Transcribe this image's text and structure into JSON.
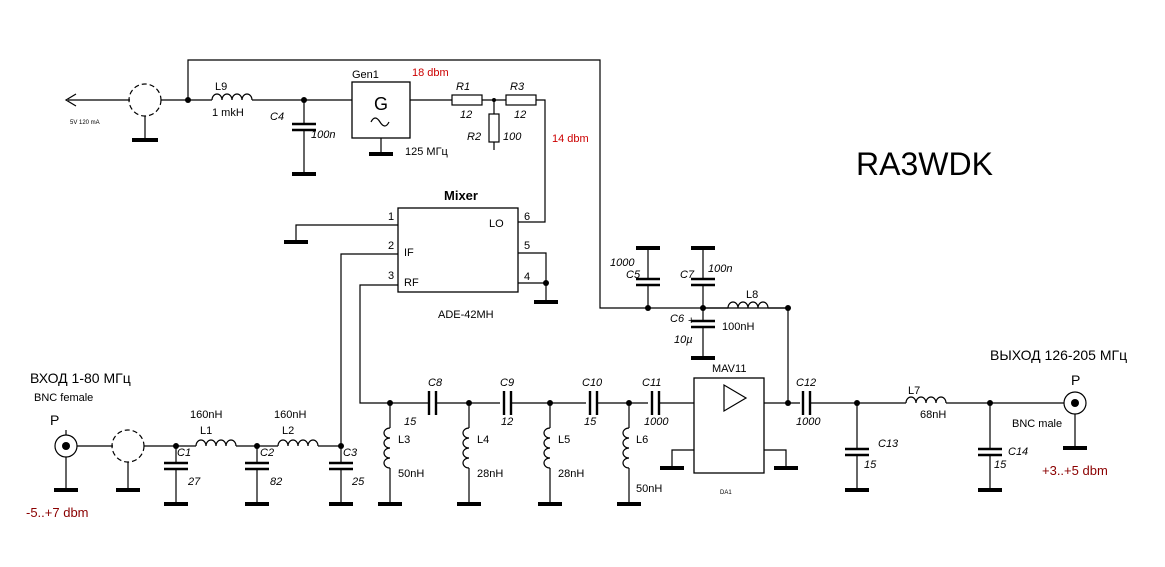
{
  "title": "RA3WDK",
  "power": {
    "label": "5V 120 mA"
  },
  "generator": {
    "name": "Gen1",
    "symbol": "G",
    "freq": "125 МГц",
    "level": "18 dbm"
  },
  "lo_level": "14 dbm",
  "mixer": {
    "title": "Mixer",
    "model": "ADE-42MH",
    "ports": {
      "lo": "LO",
      "if": "IF",
      "rf": "RF"
    },
    "pins": [
      "1",
      "2",
      "3",
      "4",
      "5",
      "6"
    ]
  },
  "amplifier": {
    "name": "MAV11",
    "ref": "DA1"
  },
  "input": {
    "title": "ВХОД 1-80 МГц",
    "connector": "BNC female",
    "port": "P",
    "level": "-5..+7 dbm"
  },
  "output": {
    "title": "ВЫХОД 126-205 МГц",
    "connector": "BNC male",
    "port": "P",
    "level": "+3..+5 dbm"
  },
  "components": {
    "L9": {
      "ref": "L9",
      "value": "1 mkH"
    },
    "C4": {
      "ref": "C4",
      "value": "100n"
    },
    "R1": {
      "ref": "R1",
      "value": "12"
    },
    "R2": {
      "ref": "R2",
      "value": "100"
    },
    "R3": {
      "ref": "R3",
      "value": "12"
    },
    "C5": {
      "ref": "C5",
      "value": "1000"
    },
    "C7": {
      "ref": "C7",
      "value": "100n"
    },
    "C6": {
      "ref": "C6",
      "value": "10µ",
      "polarity": "+"
    },
    "L8": {
      "ref": "L8",
      "value": "100nH"
    },
    "L1": {
      "ref": "L1",
      "value": "160nH"
    },
    "L2": {
      "ref": "L2",
      "value": "160nH"
    },
    "C1": {
      "ref": "C1",
      "value": "27"
    },
    "C2": {
      "ref": "C2",
      "value": "82"
    },
    "C3": {
      "ref": "C3",
      "value": "25"
    },
    "C8": {
      "ref": "C8",
      "value": "15"
    },
    "C9": {
      "ref": "C9",
      "value": "12"
    },
    "C10": {
      "ref": "C10",
      "value": "15"
    },
    "C11": {
      "ref": "C11",
      "value": "1000"
    },
    "C12": {
      "ref": "C12",
      "value": "1000"
    },
    "L3": {
      "ref": "L3",
      "value": "50nH"
    },
    "L4": {
      "ref": "L4",
      "value": "28nH"
    },
    "L5": {
      "ref": "L5",
      "value": "28nH"
    },
    "L6": {
      "ref": "L6",
      "value": "50nH"
    },
    "L7": {
      "ref": "L7",
      "value": "68nH"
    },
    "C13": {
      "ref": "C13",
      "value": "15"
    },
    "C14": {
      "ref": "C14",
      "value": "15"
    }
  }
}
